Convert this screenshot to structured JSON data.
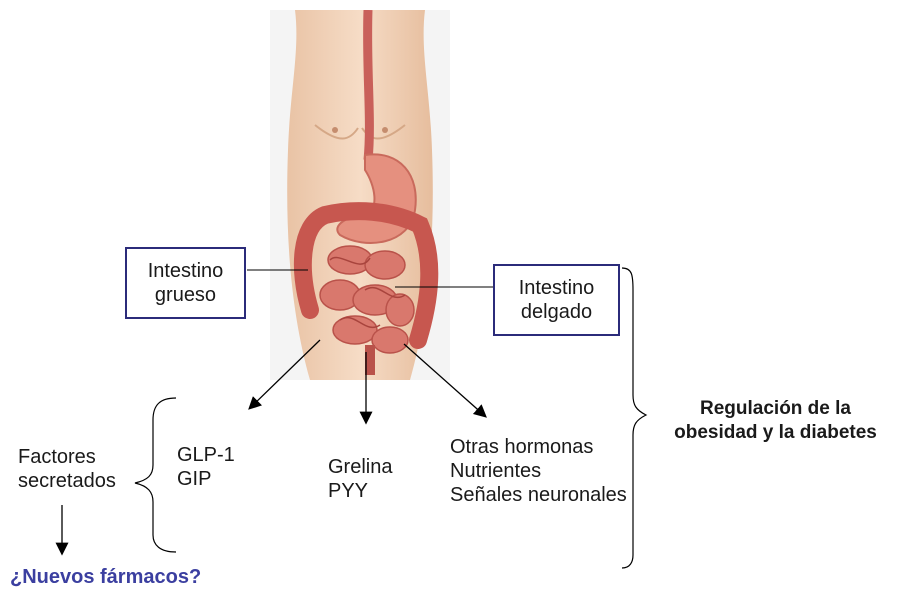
{
  "colors": {
    "box_border": "#2b2b7a",
    "question": "#3b3fa0"
  },
  "image": {
    "subject": "torso-with-digestive-tract-illustration"
  },
  "labels": {
    "large_intestine": "Intestino\ngrueso",
    "small_intestine": "Intestino\ndelgado",
    "secreted_factors": "Factores\nsecretados",
    "glp_gip": "GLP-1\nGIP",
    "grelina_pyy": "Grelina\n PYY",
    "others": "Otras hormonas\nNutrientes\nSeñales neuronales",
    "regulation": "Regulación de la\nobesidad y la diabetes",
    "new_drugs": "¿Nuevos fármacos?"
  }
}
